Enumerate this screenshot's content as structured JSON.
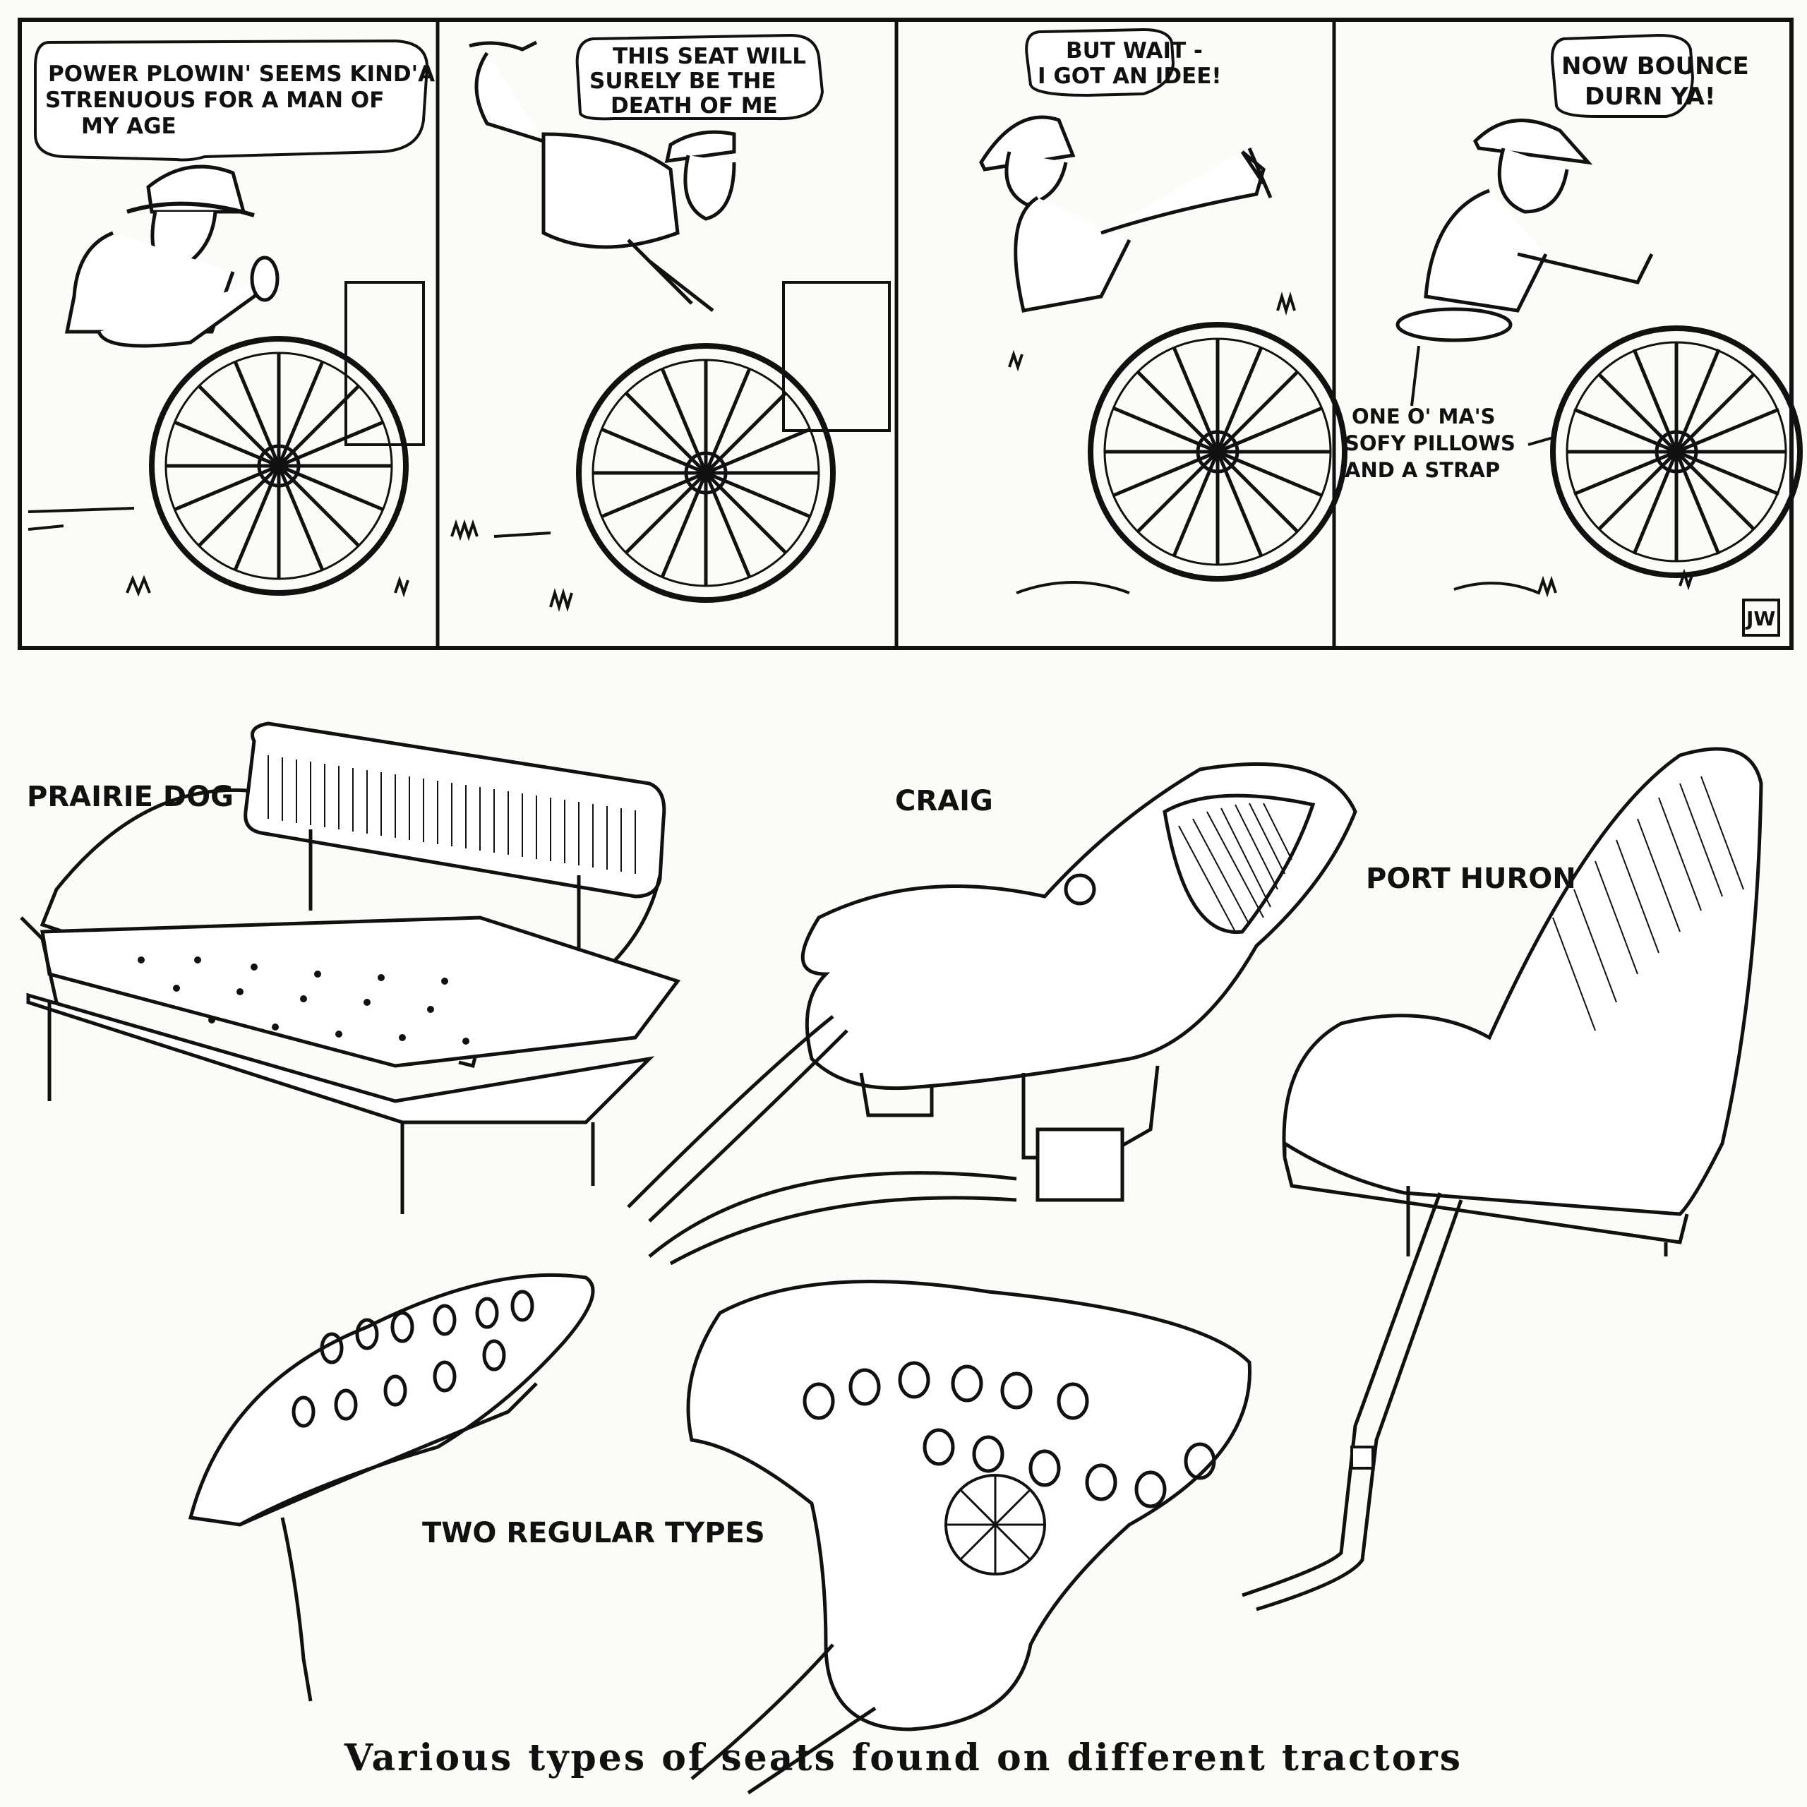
{
  "comic": {
    "panels": [
      {
        "speech": [
          "POWER PLOWIN' SEEMS KIND'A",
          "STRENUOUS FOR A MAN OF",
          "MY AGE"
        ]
      },
      {
        "speech": [
          "THIS SEAT WILL",
          "SURELY BE THE",
          "DEATH OF ME"
        ]
      },
      {
        "speech": [
          "BUT WAIT -",
          "I GOT AN IDEE!"
        ]
      },
      {
        "speech": [
          "NOW BOUNCE",
          "DURN YA!"
        ],
        "label": [
          "ONE O' MA'S",
          "SOFY PILLOWS",
          "AND A STRAP"
        ]
      }
    ],
    "signature": "JW"
  },
  "seats": {
    "prairie_dog": "PRAIRIE DOG",
    "craig": "CRAIG",
    "port_huron": "PORT HURON",
    "regular": "TWO REGULAR TYPES"
  },
  "caption": "Various types of seats found on different tractors"
}
